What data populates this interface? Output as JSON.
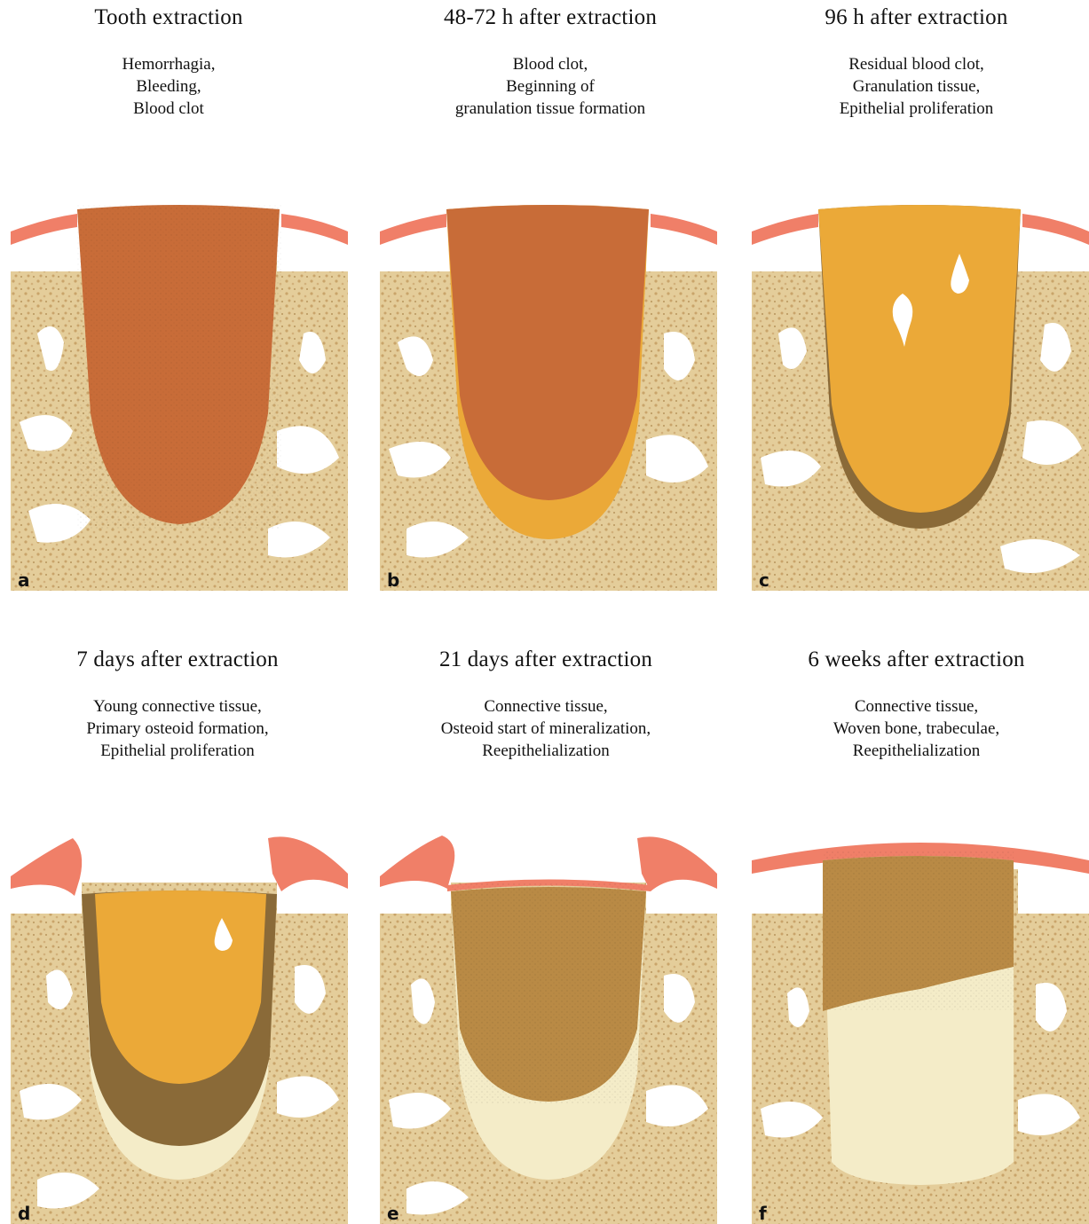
{
  "panels": [
    {
      "title": "Tooth extraction",
      "lines": [
        "Hemorrhagia,",
        "Bleeding,",
        "Blood clot"
      ],
      "letter": "a"
    },
    {
      "title": "48-72 h after extraction",
      "lines": [
        "Blood clot,",
        "Beginning of",
        "granulation tissue formation"
      ],
      "letter": "b"
    },
    {
      "title": "96 h after extraction",
      "lines": [
        "Residual blood clot,",
        "Granulation tissue,",
        "Epithelial proliferation"
      ],
      "letter": "c"
    },
    {
      "title": "7 days after extraction",
      "lines": [
        "Young connective tissue,",
        "Primary osteoid formation,",
        "Epithelial proliferation"
      ],
      "letter": "d"
    },
    {
      "title": "21 days after extraction",
      "lines": [
        "Connective tissue,",
        "Osteoid start of mineralization,",
        "Reepithelialization"
      ],
      "letter": "e"
    },
    {
      "title": "6 weeks after extraction",
      "lines": [
        "Connective tissue,",
        "Woven bone, trabeculae,",
        "Reepithelialization"
      ],
      "letter": "f"
    }
  ],
  "colors": {
    "bone": "#e4cd9a",
    "bone_speckle": "#c9a46a",
    "gingiva": "#f07f68",
    "blood_clot": "#c86c38",
    "granulation": "#eba938",
    "dark_band": "#8a6a38",
    "connective": "#b98a45",
    "osteoid": "#f4ecc8"
  }
}
